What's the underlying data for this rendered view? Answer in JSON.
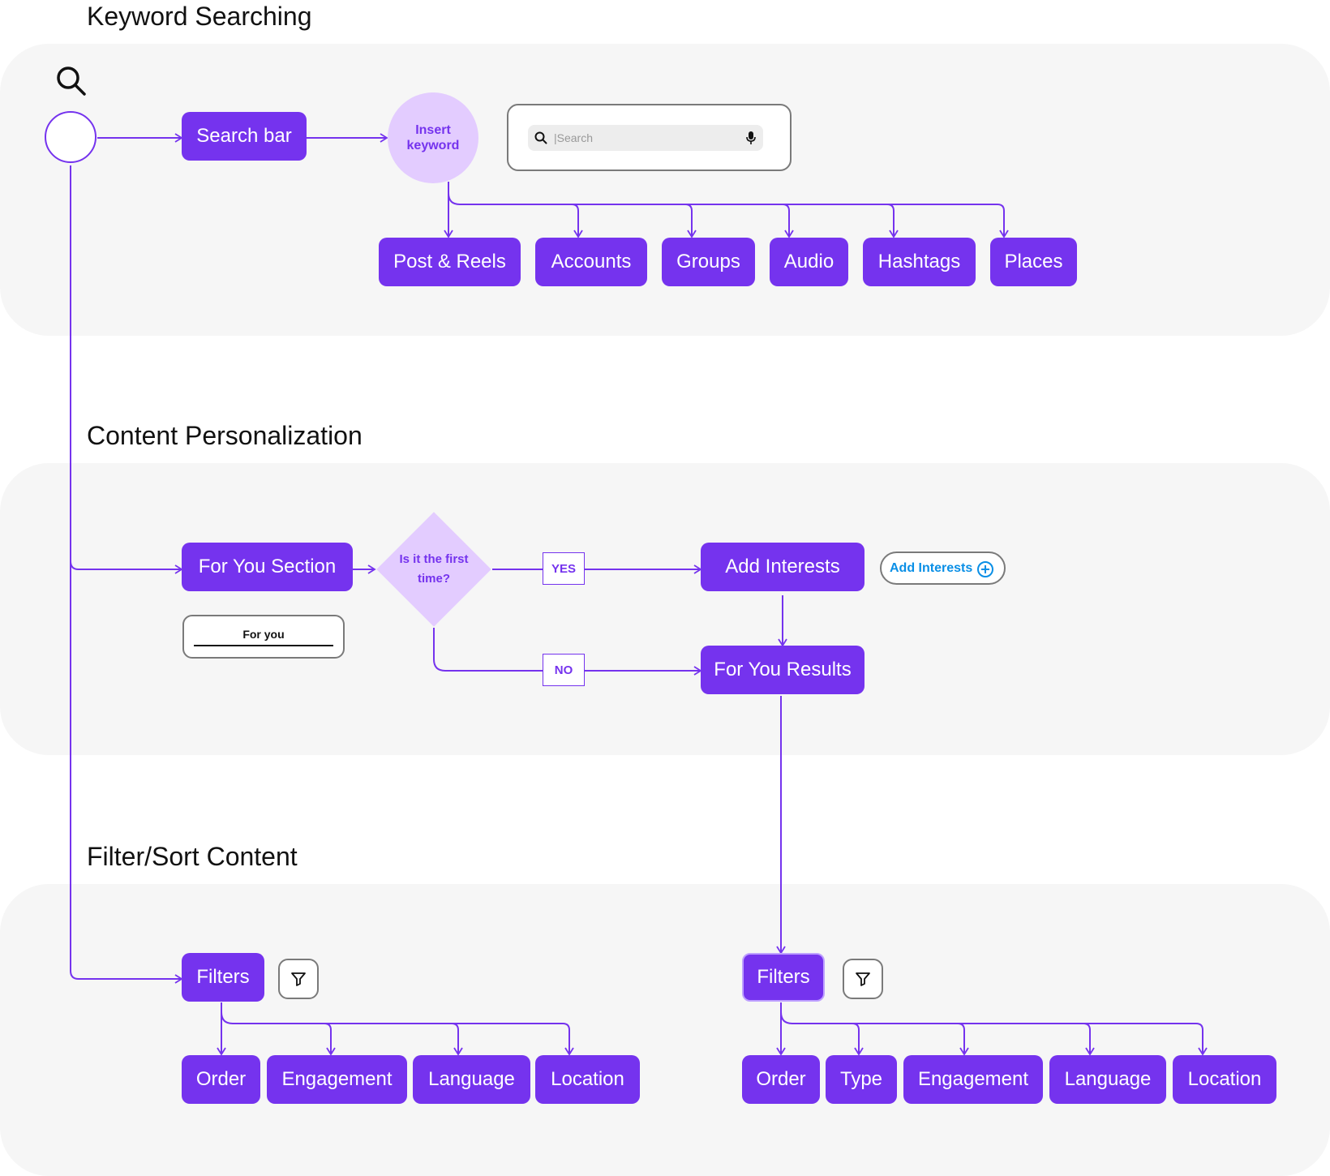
{
  "sections": {
    "keyword": {
      "title": "Keyword Searching"
    },
    "personalization": {
      "title": "Content Personalization"
    },
    "filter": {
      "title": "Filter/Sort Content"
    }
  },
  "keyword": {
    "search_bar": "Search bar",
    "insert_keyword": "Insert keyword",
    "search_mock_placeholder": "|Search",
    "categories": [
      "Post & Reels",
      "Accounts",
      "Groups",
      "Audio",
      "Hashtags",
      "Places"
    ]
  },
  "personalization": {
    "for_you_section": "For You Section",
    "tab_mock_label": "For you",
    "decision": "Is it the first time?",
    "yes_label": "YES",
    "no_label": "NO",
    "add_interests": "Add Interests",
    "add_interests_mock": "Add Interests",
    "for_you_results": "For You Results"
  },
  "filter": {
    "left": {
      "filters_label": "Filters",
      "options": [
        "Order",
        "Engagement",
        "Language",
        "Location"
      ]
    },
    "right": {
      "filters_label": "Filters",
      "options": [
        "Order",
        "Type",
        "Engagement",
        "Language",
        "Location"
      ]
    }
  },
  "icons": {
    "start": "search-icon",
    "mock_search": "search-icon",
    "mock_mic": "microphone-icon",
    "add": "plus-circle-icon",
    "filter": "funnel-icon"
  },
  "colors": {
    "primary": "#7533ee",
    "light_purple": "#e3ccff",
    "band": "#f6f6f6",
    "link_blue": "#0a8fe6"
  }
}
